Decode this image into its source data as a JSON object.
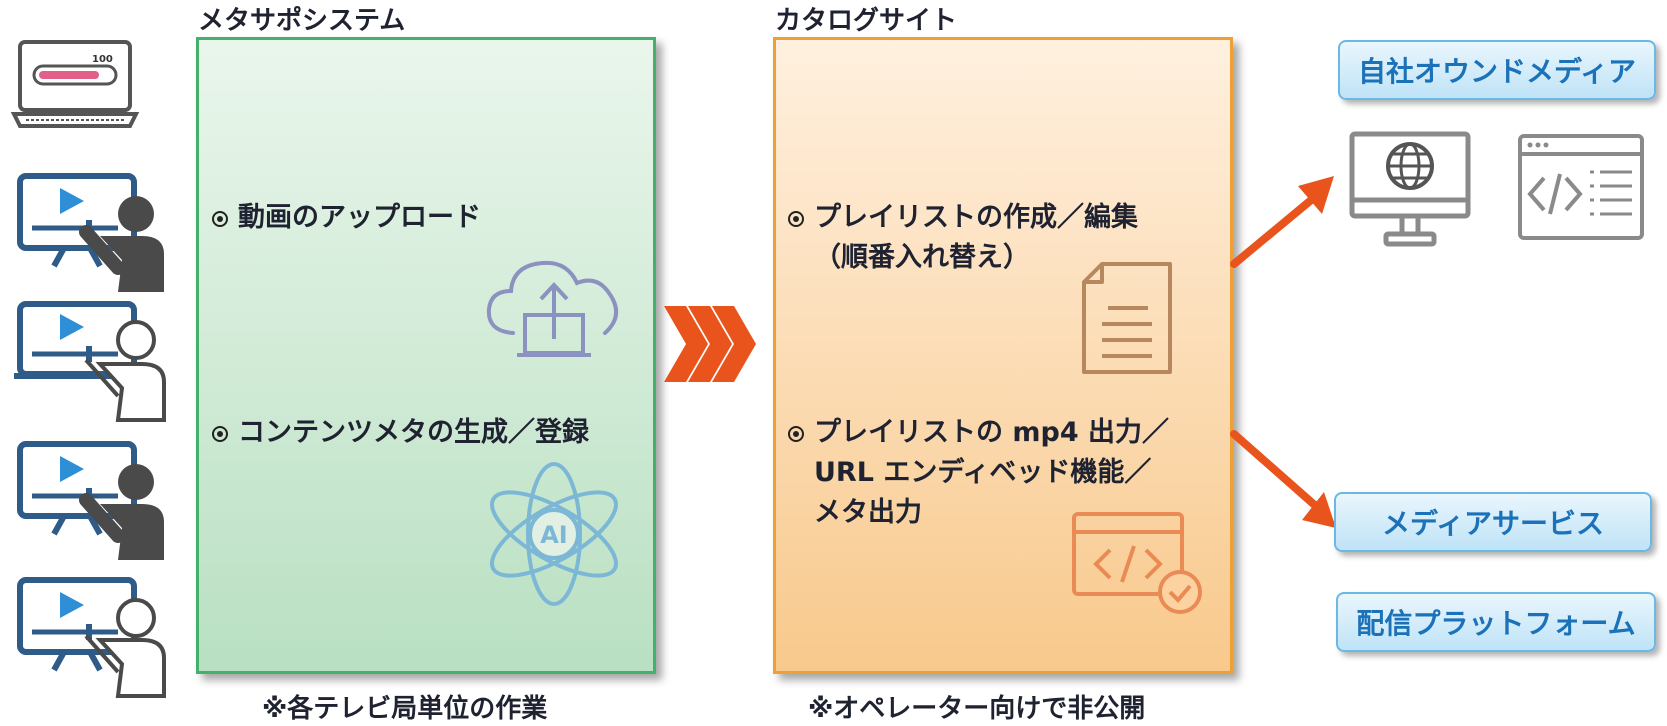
{
  "meta_system": {
    "title": "メタサポシステム",
    "items": [
      "動画のアップロード",
      "コンテンツメタの生成／登録"
    ],
    "note": "※各テレビ局単位の作業"
  },
  "catalog_site": {
    "title": "カタログサイト",
    "items": [
      [
        "プレイリストの作成／編集",
        "（順番入れ替え）"
      ],
      [
        "プレイリストの mp4 出力／",
        "URL エンディベッド機能／",
        "メタ出力"
      ]
    ],
    "note": "※オペレーター向けで非公開"
  },
  "destinations": [
    "自社オウンドメディア",
    "メディアサービス",
    "配信プラットフォーム"
  ],
  "progress_label": "100",
  "ai_label": "AI",
  "colors": {
    "meta_border": "#43b06c",
    "catalog_border": "#eea035",
    "arrow": "#e8541c",
    "pill_text": "#1c72b8",
    "user_blue": "#2e5b88",
    "icon_gray": "#555555"
  },
  "icons": [
    "laptop-progress-icon",
    "video-presenter-icon",
    "cloud-upload-icon",
    "atom-ai-icon",
    "document-icon",
    "code-window-check-icon",
    "monitor-globe-icon",
    "code-window-icon",
    "chevron-arrows-icon"
  ]
}
